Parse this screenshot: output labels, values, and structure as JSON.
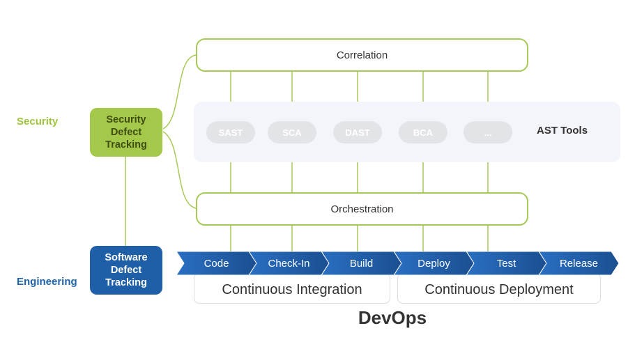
{
  "side_labels": {
    "security": "Security",
    "engineering": "Engineering"
  },
  "security_tracker": {
    "label": "Security Defect Tracking"
  },
  "engineering_tracker": {
    "label": "Software Defect Tracking"
  },
  "correlation": {
    "label": "Correlation"
  },
  "orchestration": {
    "label": "Orchestration"
  },
  "ast": {
    "label": "AST Tools",
    "tools": [
      "SAST",
      "SCA",
      "DAST",
      "BCA",
      "..."
    ]
  },
  "pipeline": {
    "stages": [
      "Code",
      "Check-In",
      "Build",
      "Deploy",
      "Test",
      "Release"
    ],
    "phases": [
      "Continuous Integration",
      "Continuous Deployment"
    ]
  },
  "title": "DevOps",
  "colors": {
    "security_green": "#a3c84a",
    "security_label": "#9dc43b",
    "engineering_blue": "#1e5fa8",
    "bar_border": "#a7c957",
    "tool_pill": "#e3e4e7",
    "chevron_light": "#2a6fc2",
    "chevron_dark": "#1b4f91"
  }
}
